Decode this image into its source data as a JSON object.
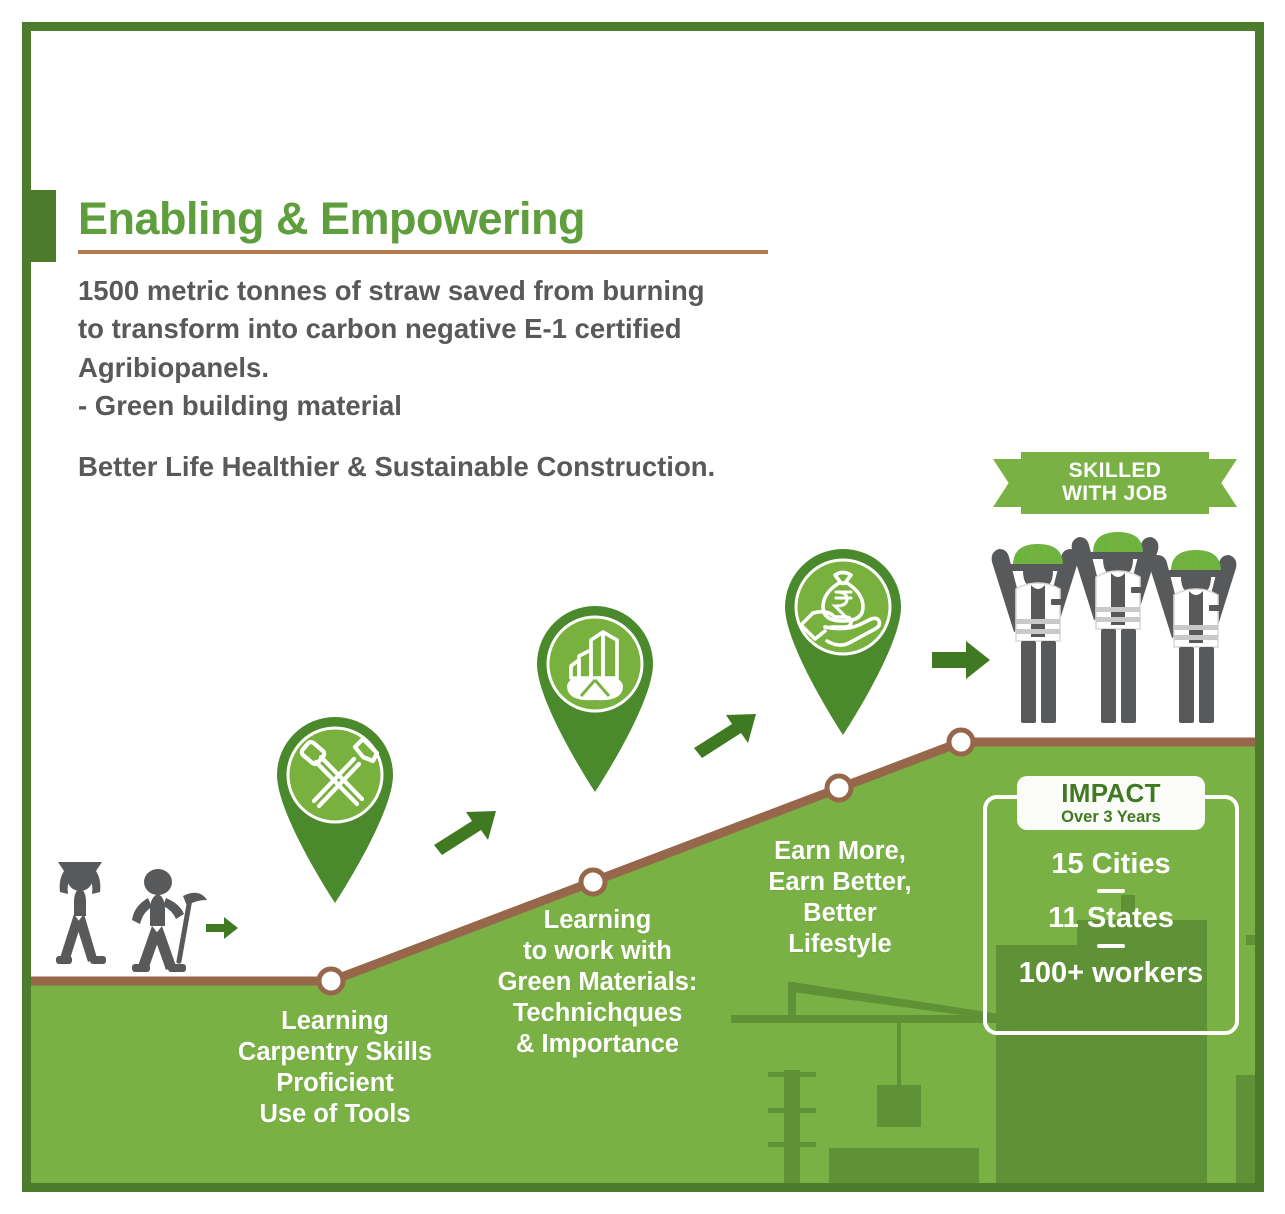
{
  "header": {
    "title": "Enabling & Empowering",
    "paragraph_lines": [
      "1500 metric tonnes of straw saved from burning",
      "to transform into carbon negative E-1 certified",
      "Agribiopanels.",
      "- Green building material"
    ],
    "tagline": "Better Life Healthier & Sustainable Construction."
  },
  "ribbon": {
    "line1": "SKILLED",
    "line2": "WITH JOB"
  },
  "steps": [
    {
      "icon": "crossed-tools-icon",
      "caption_lines": [
        "Learning",
        "Carpentry Skills",
        "Proficient",
        "Use of Tools"
      ]
    },
    {
      "icon": "green-building-leaf-icon",
      "caption_lines": [
        "Learning",
        "to work with",
        "Green Materials:",
        "Technichques",
        "& Importance"
      ]
    },
    {
      "icon": "money-bag-hand-rupee-icon",
      "caption_lines": [
        "Earn More,",
        "Earn Better,",
        "Better",
        "Lifestyle"
      ]
    }
  ],
  "impact": {
    "badge_title": "IMPACT",
    "badge_subtitle": "Over 3 Years",
    "rows": [
      "15 Cities",
      "11 States",
      "100+ workers"
    ]
  },
  "colors": {
    "frame_green": "#4d7c2c",
    "title_green": "#5e9e3c",
    "field_green": "#7ab145",
    "pin_dark_green": "#4b8a2c",
    "pin_inner_green": "#79b13f",
    "path_brown": "#96674a",
    "text_grey": "#58595b",
    "rule_brown": "#b5794f",
    "worker_grey": "#58595b",
    "silhouette_green": "#5f9236"
  }
}
